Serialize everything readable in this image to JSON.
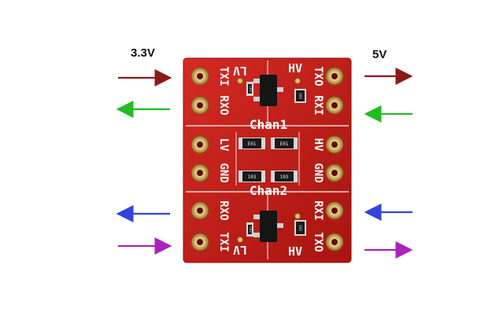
{
  "left_voltage": "3.3V",
  "right_voltage": "5V",
  "board": {
    "top_left": "LV",
    "top_right": "HV",
    "bottom_left": "LV",
    "bottom_right": "HV",
    "chan1": "Chan1",
    "chan2": "Chan2",
    "pins_left": [
      "TXI",
      "RXO",
      "LV",
      "GND",
      "RXO",
      "TXI"
    ],
    "pins_right": [
      "TXO",
      "RXI",
      "HV",
      "GND",
      "RXI",
      "TXO"
    ],
    "resistor_codes": [
      "E03",
      "E03",
      "E01",
      "E01",
      "103",
      "103",
      "E03",
      "E03"
    ]
  },
  "arrows": [
    {
      "name": "arrow-left-txi-in",
      "color": "#8b1a1a"
    },
    {
      "name": "arrow-left-rxo-out",
      "color": "#22bb22"
    },
    {
      "name": "arrow-left-rxo2-out",
      "color": "#3344dd"
    },
    {
      "name": "arrow-left-txi2-in",
      "color": "#aa22bb"
    },
    {
      "name": "arrow-right-txo-out",
      "color": "#8b1a1a"
    },
    {
      "name": "arrow-right-rxi-in",
      "color": "#22bb22"
    },
    {
      "name": "arrow-right-rxi2-in",
      "color": "#3344dd"
    },
    {
      "name": "arrow-right-txo2-out",
      "color": "#aa22bb"
    }
  ],
  "colors": {
    "pcb": "#c8201c",
    "pad": "#d9b36a"
  }
}
